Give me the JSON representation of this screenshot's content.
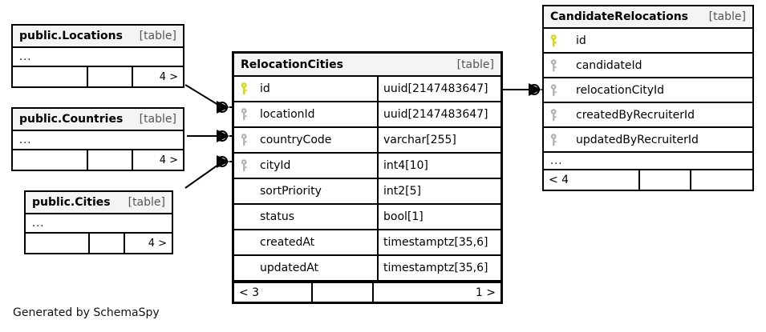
{
  "diagram": {
    "credit": "Generated by SchemaSpy",
    "type_tag": "[table]",
    "ellipsis": "...",
    "pk_icon": "primary-key-icon",
    "fk_icon": "foreign-key-icon",
    "colors": {
      "primary_key": "#d6d600",
      "foreign_key": "#b3b3b3",
      "header_bg": "#f4f4f4",
      "border": "#000000",
      "background": "#ffffff"
    }
  },
  "tables": {
    "locations": {
      "name": "public.Locations",
      "type": "[table]",
      "ellipsis": "...",
      "footer": [
        "",
        "",
        "4 >"
      ]
    },
    "countries": {
      "name": "public.Countries",
      "type": "[table]",
      "ellipsis": "...",
      "footer": [
        "",
        "",
        "4 >"
      ]
    },
    "cities": {
      "name": "public.Cities",
      "type": "[table]",
      "ellipsis": "...",
      "footer": [
        "",
        "",
        "4 >"
      ]
    },
    "relocation_cities": {
      "name": "RelocationCities",
      "type": "[table]",
      "columns": [
        {
          "name": "id",
          "datatype": "uuid[2147483647]",
          "key": "primary"
        },
        {
          "name": "locationId",
          "datatype": "uuid[2147483647]",
          "key": "foreign"
        },
        {
          "name": "countryCode",
          "datatype": "varchar[255]",
          "key": "foreign"
        },
        {
          "name": "cityId",
          "datatype": "int4[10]",
          "key": "foreign"
        },
        {
          "name": "sortPriority",
          "datatype": "int2[5]",
          "key": "none"
        },
        {
          "name": "status",
          "datatype": "bool[1]",
          "key": "none"
        },
        {
          "name": "createdAt",
          "datatype": "timestamptz[35,6]",
          "key": "none"
        },
        {
          "name": "updatedAt",
          "datatype": "timestamptz[35,6]",
          "key": "none"
        }
      ],
      "footer": [
        "< 3",
        "",
        "1 >"
      ]
    },
    "candidate_relocations": {
      "name": "CandidateRelocations",
      "type": "[table]",
      "columns": [
        {
          "name": "id",
          "key": "primary"
        },
        {
          "name": "candidateId",
          "key": "foreign"
        },
        {
          "name": "relocationCityId",
          "key": "foreign"
        },
        {
          "name": "createdByRecruiterId",
          "key": "foreign"
        },
        {
          "name": "updatedByRecruiterId",
          "key": "foreign"
        }
      ],
      "ellipsis": "...",
      "footer": [
        "< 4",
        "",
        ""
      ]
    }
  },
  "relationships": [
    {
      "from": "public.Locations",
      "to": "RelocationCities.locationId",
      "cardinality": "zero-to-many"
    },
    {
      "from": "public.Countries",
      "to": "RelocationCities.countryCode",
      "cardinality": "zero-to-many"
    },
    {
      "from": "public.Cities",
      "to": "RelocationCities.cityId",
      "cardinality": "zero-to-many"
    },
    {
      "from": "RelocationCities.id",
      "to": "CandidateRelocations.relocationCityId",
      "cardinality": "zero-to-many"
    }
  ]
}
